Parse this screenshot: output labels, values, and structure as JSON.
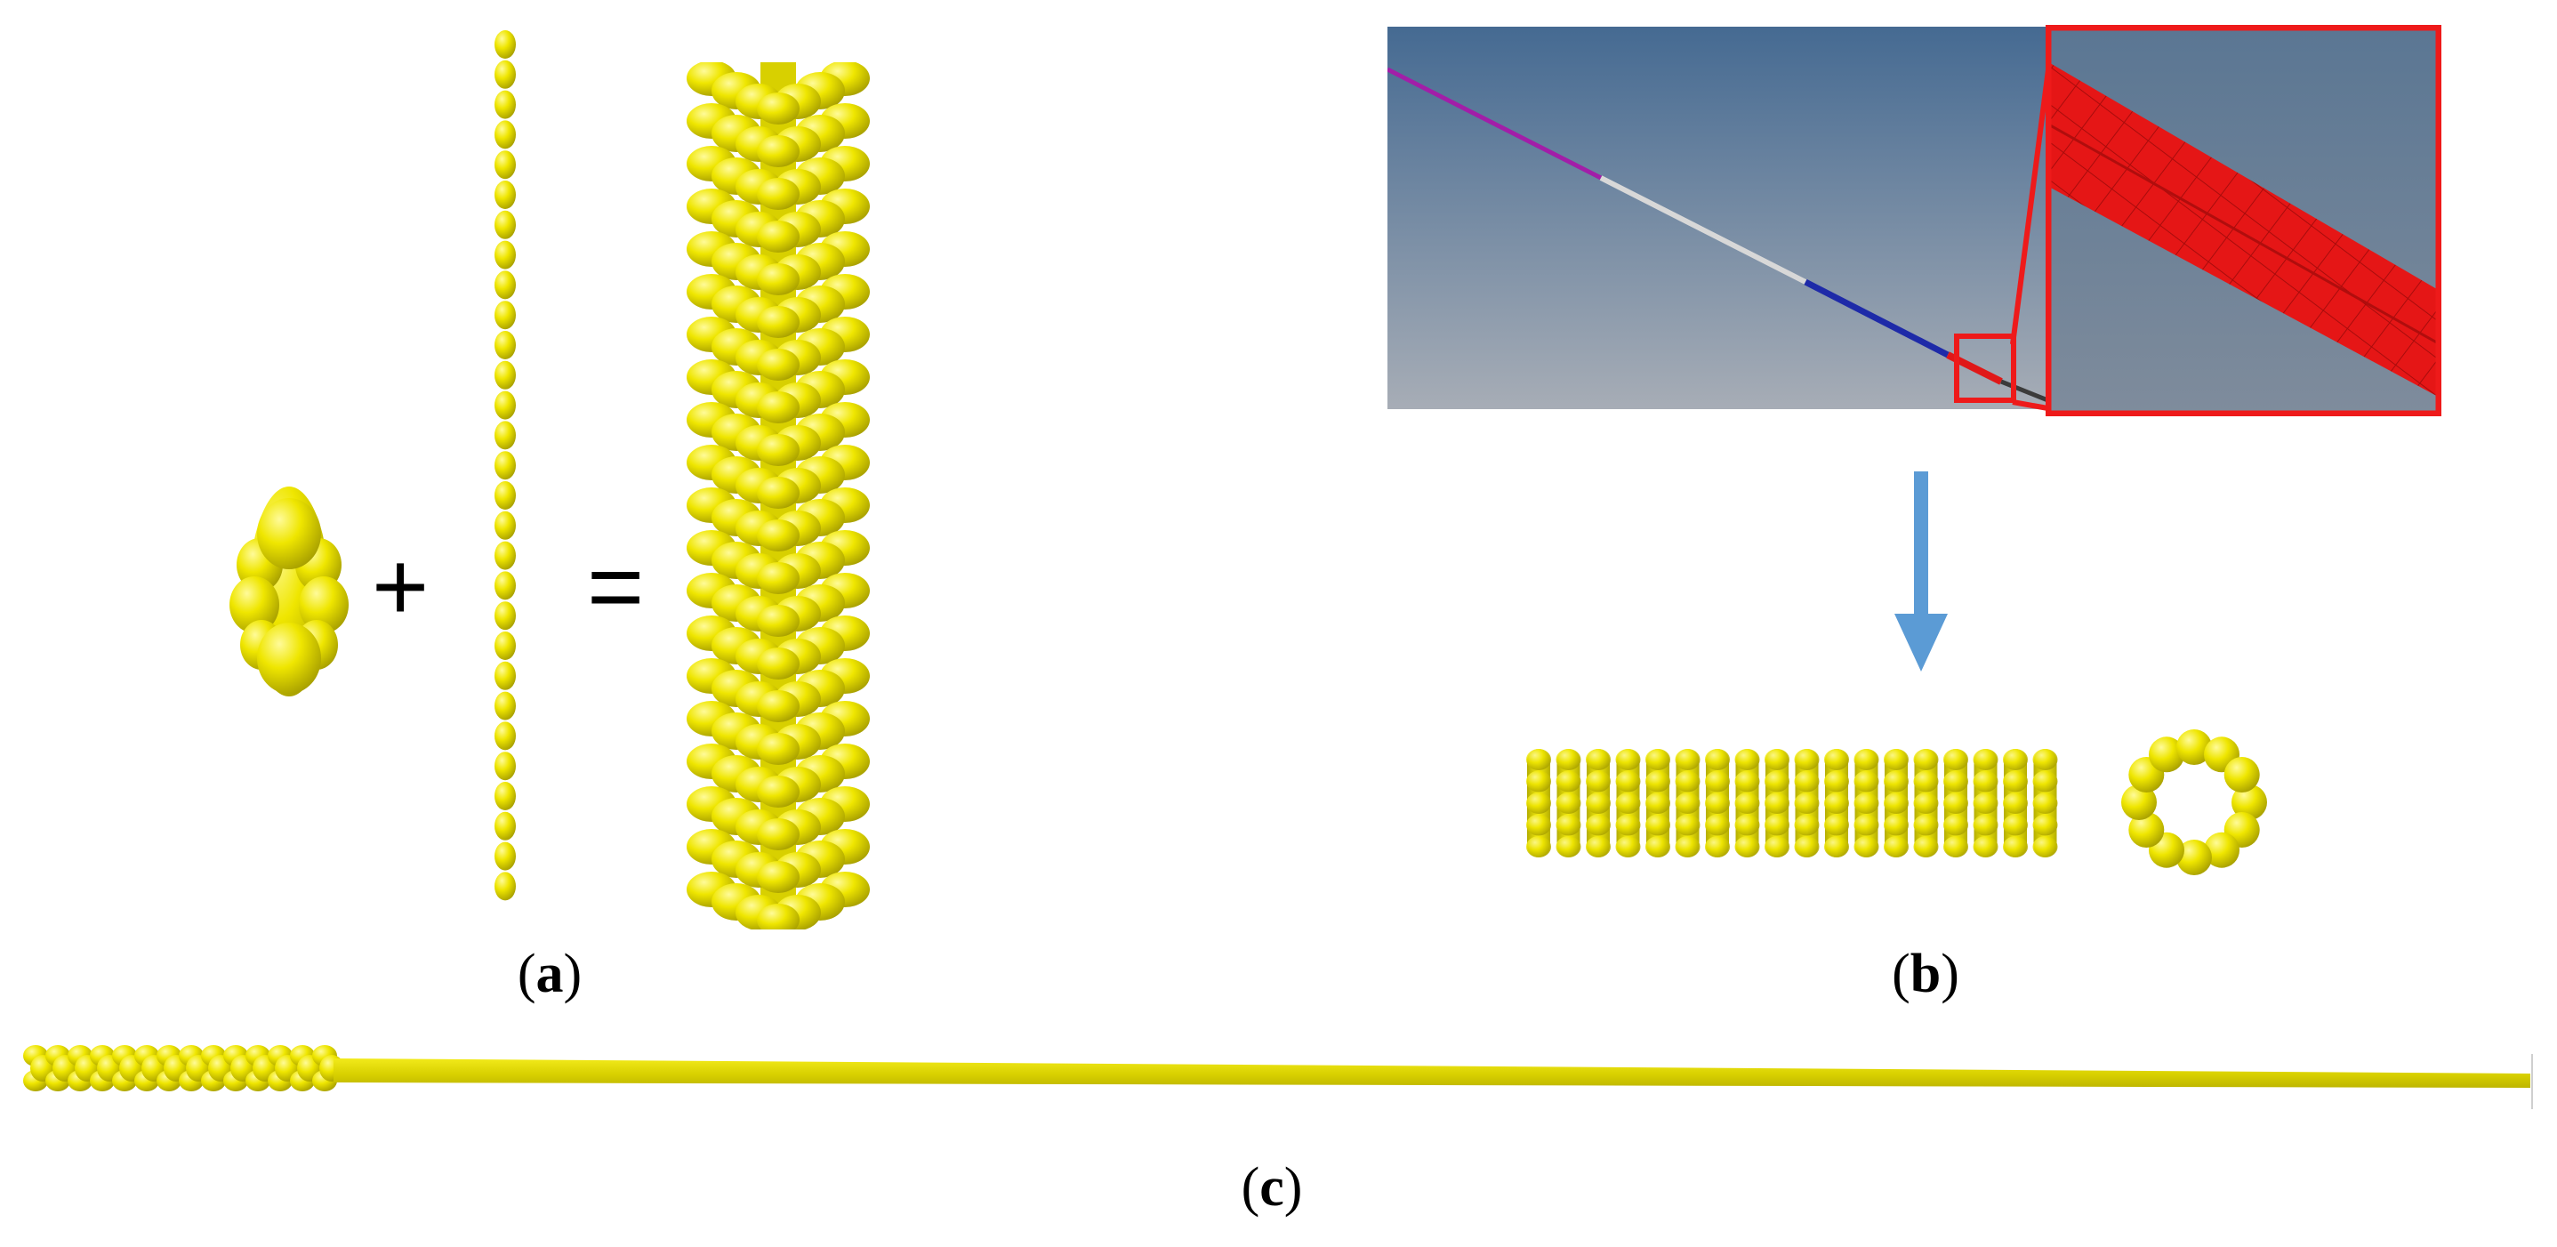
{
  "figure": {
    "panels": [
      {
        "id": "a",
        "label": "a",
        "plus": "+",
        "equals": "="
      },
      {
        "id": "b",
        "label": "b"
      },
      {
        "id": "c",
        "label": "c"
      }
    ],
    "colors": {
      "bead": "#e6e000",
      "bead_dark": "#b8b000",
      "bead_light": "#fbf86a",
      "sim_bg_top": "#456a92",
      "sim_bg_bottom": "#a5acb6",
      "fiber_purple": "#a21ea8",
      "fiber_white": "#d8d8d8",
      "fiber_blue": "#1e2aa8",
      "fiber_red": "#e01818",
      "highlight": "#ee1a1a",
      "arrow": "#5b9bd5"
    },
    "icons": [
      "down-arrow-icon"
    ]
  }
}
